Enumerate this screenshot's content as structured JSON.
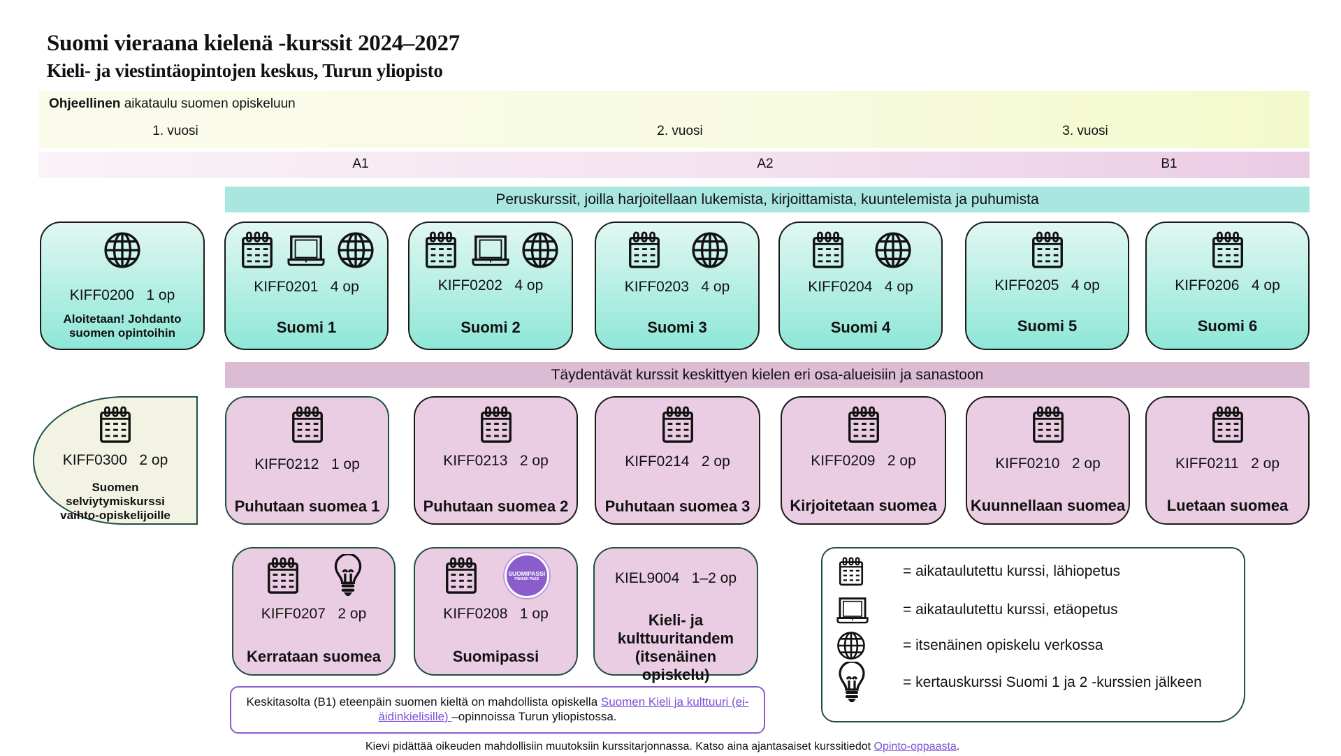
{
  "header": {
    "title": "Suomi vieraana kielenä -kurssit 2024–2027",
    "subtitle": "Kieli- ja viestintäopintojen keskus, Turun yliopisto"
  },
  "timeline": {
    "guide_bold": "Ohjeellinen",
    "guide_rest": " aikataulu suomen opiskeluun",
    "years": [
      "1. vuosi",
      "2. vuosi",
      "3. vuosi"
    ],
    "levels": [
      "A1",
      "A2",
      "B1"
    ]
  },
  "sections": {
    "basic": "Peruskurssit, joilla harjoitellaan lukemista, kirjoittamista, kuuntelemista ja puhumista",
    "supplementary": "Täydentävät kurssit keskittyen kielen eri osa-alueisiin ja sanastoon"
  },
  "courses": [
    {
      "code": "KIFF0200",
      "credits": "1 op",
      "name": "Aloitetaan! Johdanto suomen opintoihin",
      "icons": [
        "globe"
      ]
    },
    {
      "code": "KIFF0201",
      "credits": "4 op",
      "name": "Suomi 1",
      "icons": [
        "calendar",
        "laptop",
        "globe"
      ]
    },
    {
      "code": "KIFF0202",
      "credits": "4 op",
      "name": "Suomi 2",
      "icons": [
        "calendar",
        "laptop",
        "globe"
      ]
    },
    {
      "code": "KIFF0203",
      "credits": "4 op",
      "name": "Suomi 3",
      "icons": [
        "calendar",
        "globe"
      ]
    },
    {
      "code": "KIFF0204",
      "credits": "4 op",
      "name": "Suomi 4",
      "icons": [
        "calendar",
        "globe"
      ]
    },
    {
      "code": "KIFF0205",
      "credits": "4 op",
      "name": "Suomi 5",
      "icons": [
        "calendar"
      ]
    },
    {
      "code": "KIFF0206",
      "credits": "4 op",
      "name": "Suomi 6",
      "icons": [
        "calendar"
      ]
    },
    {
      "code": "KIFF0300",
      "credits": "2 op",
      "name": "Suomen selviytymiskurssi vaihto-opiskelijoille",
      "icons": [
        "calendar"
      ]
    },
    {
      "code": "KIFF0212",
      "credits": "1 op",
      "name": "Puhutaan suomea 1",
      "icons": [
        "calendar"
      ]
    },
    {
      "code": "KIFF0213",
      "credits": "2 op",
      "name": "Puhutaan suomea 2",
      "icons": [
        "calendar"
      ]
    },
    {
      "code": "KIFF0214",
      "credits": "2 op",
      "name": "Puhutaan suomea 3",
      "icons": [
        "calendar"
      ]
    },
    {
      "code": "KIFF0209",
      "credits": "2 op",
      "name": "Kirjoitetaan suomea",
      "icons": [
        "calendar"
      ]
    },
    {
      "code": "KIFF0210",
      "credits": "2 op",
      "name": "Kuunnellaan suomea",
      "icons": [
        "calendar"
      ]
    },
    {
      "code": "KIFF0211",
      "credits": "2 op",
      "name": "Luetaan suomea",
      "icons": [
        "calendar"
      ]
    },
    {
      "code": "KIFF0207",
      "credits": "2 op",
      "name": "Kerrataan suomea",
      "icons": [
        "calendar",
        "bulb"
      ]
    },
    {
      "code": "KIFF0208",
      "credits": "1 op",
      "name": "Suomipassi",
      "icons": [
        "calendar",
        "suomipassi-badge"
      ]
    },
    {
      "code": "KIEL9004",
      "credits": "1–2 op",
      "name": "Kieli- ja kulttuuritandem (itsenäinen opiskelu)",
      "icons": []
    }
  ],
  "badge": {
    "line1": "SUOMIPASSI",
    "line2": "FINNISH PASS"
  },
  "note": {
    "text_before": "Keskitasolta (B1) eteenpäin suomen kieltä on mahdollista opiskella ",
    "link": "Suomen Kieli ja kulttuuri (ei-äidinkielisille) ",
    "text_after": "–opinnoissa Turun yliopistossa."
  },
  "legend": [
    {
      "icon": "calendar",
      "text": "= aikataulutettu kurssi, lähiopetus"
    },
    {
      "icon": "laptop",
      "text": "= aikataulutettu kurssi, etäopetus"
    },
    {
      "icon": "globe",
      "text": "= itsenäinen opiskelu verkossa"
    },
    {
      "icon": "bulb",
      "text": "= kertauskurssi Suomi 1 ja 2 -kurssien jälkeen"
    }
  ],
  "footer": {
    "text": "Kievi pidättää oikeuden mahdollisiin muutoksiin kurssitarjonnassa. Katso aina ajantasaiset kurssitiedot ",
    "link": "Opinto-oppaasta",
    "end": "."
  },
  "colors": {
    "teal_header": "#a8e6df",
    "pink_header": "#dcbbd4",
    "course_pink": "#ebcde3",
    "link": "#7b4fd6",
    "border_green": "#1f4f45"
  }
}
